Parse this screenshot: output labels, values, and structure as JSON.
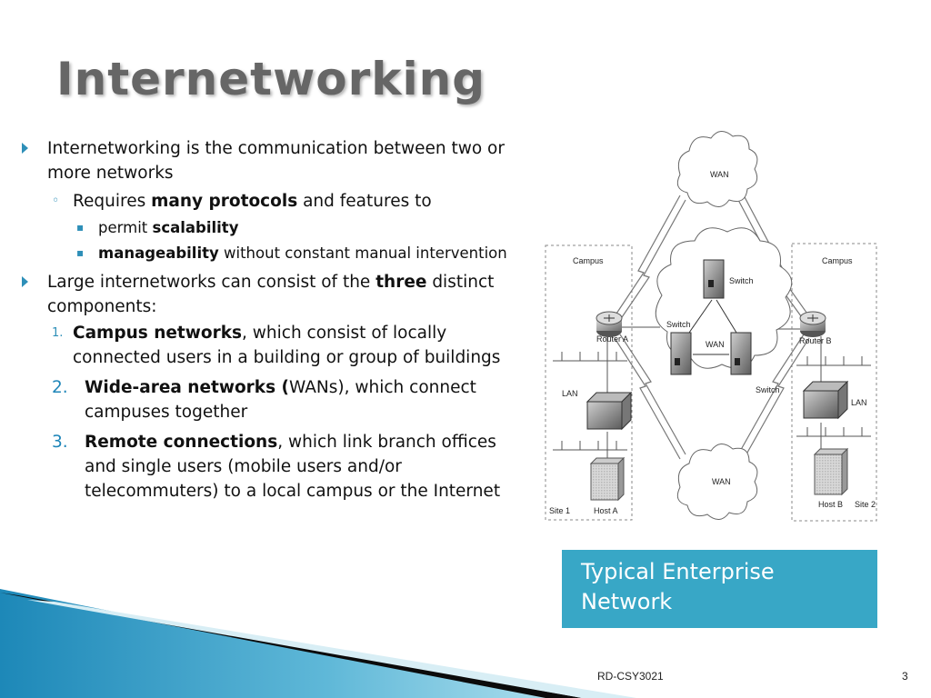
{
  "slide": {
    "title": "Internetworking",
    "bullets": {
      "b1": "Internetworking is the communication between two or more networks",
      "b1_sub_pre": "Requires ",
      "b1_sub_bold": "many protocols",
      "b1_sub_post": " and features to",
      "b1_sub_items": [
        {
          "pre": "permit ",
          "bold": "scalability",
          "post": ""
        },
        {
          "pre": "",
          "bold": "manageability",
          "post": " without constant manual intervention"
        }
      ],
      "b2_pre": "Large internetworks can consist of the  ",
      "b2_bold": "three",
      "b2_post": " distinct components:",
      "numbered": [
        {
          "num": "1.",
          "bold": "Campus networks",
          "post": ", which consist of locally connected users in a building or group of buildings"
        },
        {
          "num": "2.",
          "bold": "Wide-area networks (",
          "post": "WANs), which connect campuses together"
        },
        {
          "num": "3.",
          "bold": "Remote connections",
          "post": ", which link branch offices and single users (mobile users and/or telecommuters) to a local campus or the Internet"
        }
      ]
    },
    "diagram": {
      "labels": {
        "wan_top": "WAN",
        "wan_mid": "WAN",
        "wan_bottom": "WAN",
        "campus_left": "Campus",
        "campus_right": "Campus",
        "router_a": "Router A",
        "router_b": "Router B",
        "switch_top": "Switch",
        "switch_left": "Switch",
        "switch_right": "Switch",
        "lan_left": "LAN",
        "lan_right": "LAN",
        "host_a": "Host A",
        "host_b": "Host B",
        "site_1": "Site 1",
        "site_2": "Site 2"
      }
    },
    "caption": "Typical Enterprise Network",
    "footer": "RD-CSY3021",
    "page_number": "3"
  },
  "colors": {
    "accent": "#2e8fb8",
    "caption_bg": "#38a7c6",
    "title": "#666666"
  }
}
